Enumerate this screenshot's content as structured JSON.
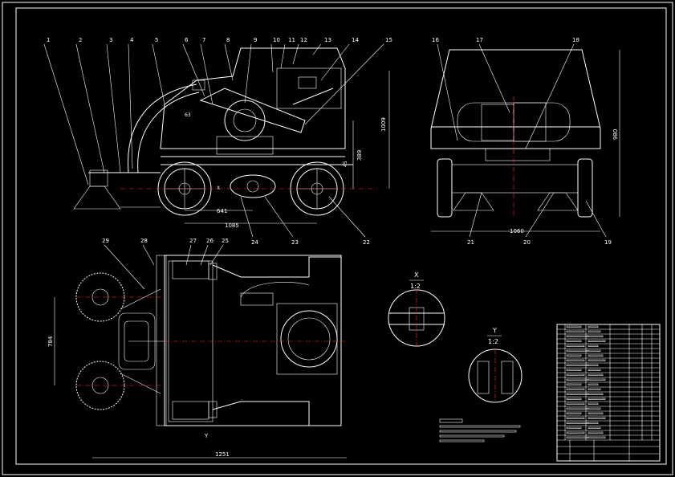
{
  "callouts": {
    "top_left": [
      "1",
      "2",
      "3",
      "4",
      "5",
      "6",
      "7",
      "8",
      "9",
      "10",
      "11",
      "12",
      "13",
      "14",
      "15"
    ],
    "top_right": [
      "16",
      "17",
      "18"
    ],
    "front_bottom": [
      "19",
      "20",
      "21"
    ],
    "side_bottom": [
      "22",
      "23",
      "24"
    ],
    "plan_top": [
      "25",
      "26",
      "27",
      "28",
      "29"
    ]
  },
  "dims": {
    "d_641": "641",
    "d_1085": "1085",
    "d_1009": "1009",
    "d_389": "389",
    "d_45": "45",
    "d_63": "63",
    "d_1060": "1060",
    "d_980": "980",
    "d_1251": "1251",
    "d_784": "784"
  },
  "details": {
    "x_mark": "X",
    "x_scale": "1:2",
    "y_mark": "Y",
    "y_scale": "1:2"
  },
  "colors": {
    "line": "#ffffff",
    "accent": "#ff3030",
    "background": "#000000"
  }
}
